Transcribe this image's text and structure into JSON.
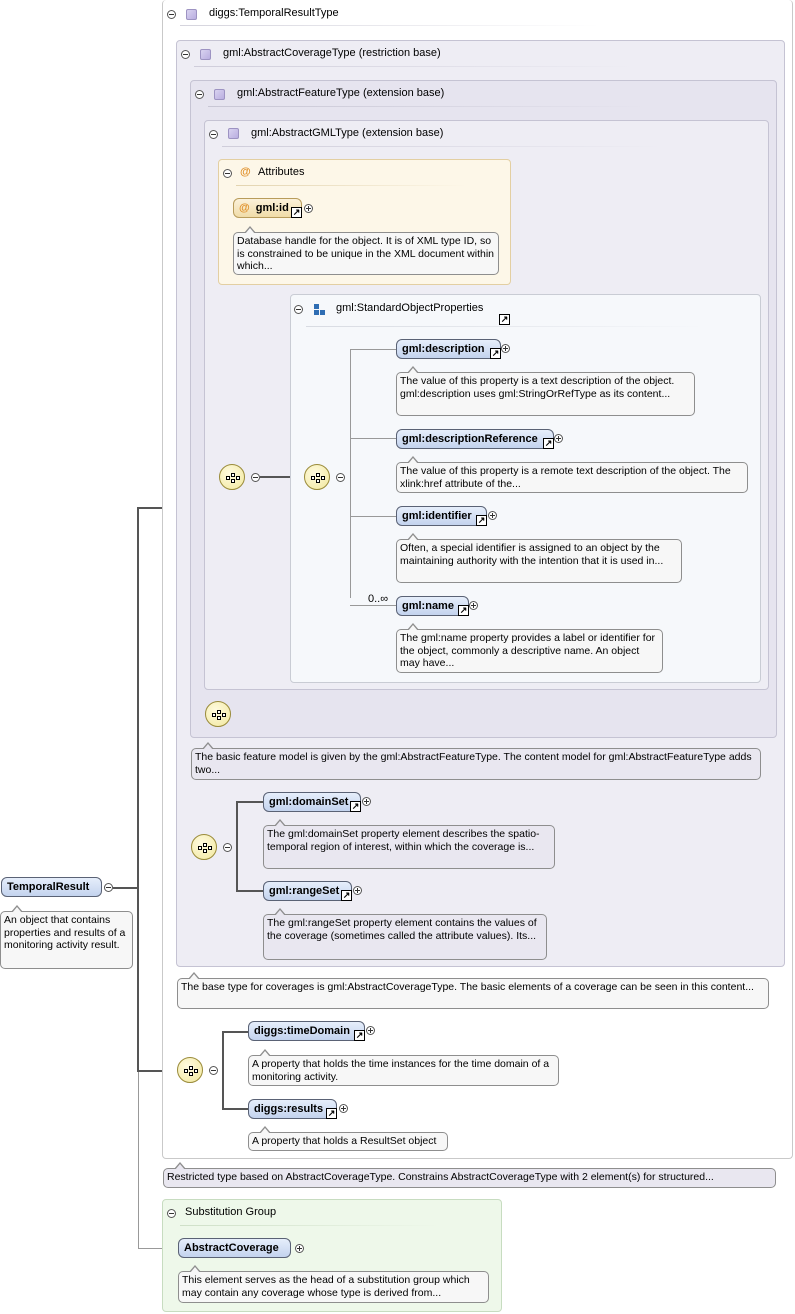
{
  "root": {
    "element": "TemporalResult",
    "doc": "An object that contains properties and results of a monitoring activity result."
  },
  "type_box": {
    "title": "diggs:TemporalResultType",
    "doc": "Restricted type based on AbstractCoverageType. Constrains AbstractCoverageType with 2 element(s) for structured..."
  },
  "coverage_box": {
    "title": "gml:AbstractCoverageType (restriction base)",
    "doc": "The base type for coverages is gml:AbstractCoverageType. The basic elements of a coverage can be seen in this content..."
  },
  "feature_box": {
    "title": "gml:AbstractFeatureType (extension base)",
    "doc": "The basic feature model is given by the gml:AbstractFeatureType. The content model for gml:AbstractFeatureType adds two..."
  },
  "gml_box": {
    "title": "gml:AbstractGMLType (extension base)"
  },
  "attributes": {
    "title": "Attributes",
    "at_symbol": "@",
    "id_name": "gml:id",
    "id_doc": "Database handle for the object. It is of XML type ID, so is constrained to be unique in the XML document within which..."
  },
  "group": {
    "title": "gml:StandardObjectProperties",
    "occurrence": "0..∞",
    "elements": [
      {
        "name": "gml:description",
        "doc": "The value of this property is a text description of the object. gml:description uses gml:StringOrRefType as its content..."
      },
      {
        "name": "gml:descriptionReference",
        "doc": "The value of this property is a remote text description of the object. The xlink:href attribute of the..."
      },
      {
        "name": "gml:identifier",
        "doc": "Often, a special identifier is assigned to an object by the maintaining authority with the intention that it is used in..."
      },
      {
        "name": "gml:name",
        "doc": "The gml:name property provides a label or identifier for the object, commonly a descriptive name. An object may have..."
      }
    ]
  },
  "coverage_elements": [
    {
      "name": "gml:domainSet",
      "doc": "The gml:domainSet property element describes the spatio-temporal region of interest, within which the coverage is..."
    },
    {
      "name": "gml:rangeSet",
      "doc": "The gml:rangeSet property element contains the values of the coverage (sometimes called the attribute values). Its..."
    }
  ],
  "diggs_elements": [
    {
      "name": "diggs:timeDomain",
      "doc": "A property that holds the time instances for the time domain of a monitoring activity."
    },
    {
      "name": "diggs:results",
      "doc": "A property that holds a ResultSet object"
    }
  ],
  "substitution": {
    "title": "Substitution Group",
    "element": "AbstractCoverage",
    "doc": "This element serves as the head of a substitution group which may contain any coverage whose type is derived from..."
  },
  "colors": {
    "element_pill": "#c3d3ee",
    "type_box_bg": "#eeedf4",
    "attributes_bg": "#fdf7e8",
    "substitution_bg": "#eef8ea",
    "sequence_icon": "#f1e79c",
    "attr_symbol": "#e0902a"
  },
  "icons": {
    "collapse": "collapse-icon",
    "expand": "expand-icon",
    "type": "complex-type-icon",
    "sequence": "sequence-icon",
    "group": "group-icon",
    "link": "link-arrow-icon"
  }
}
